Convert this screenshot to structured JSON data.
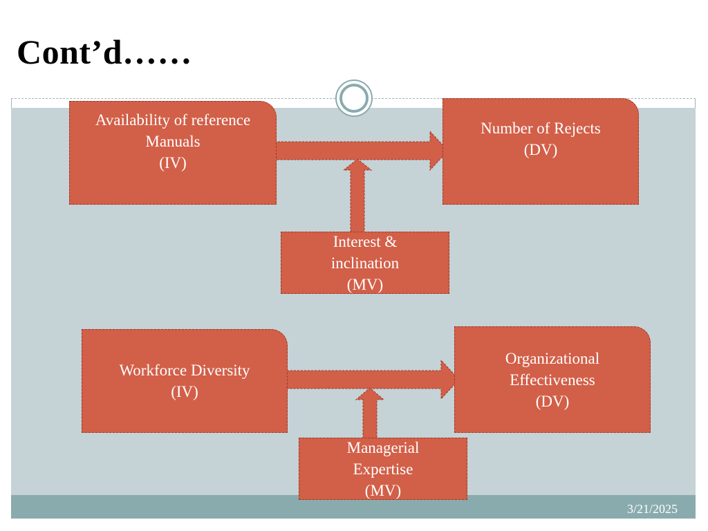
{
  "slide": {
    "title": "Cont’d……",
    "date": "3/21/2025"
  },
  "diagram1": {
    "iv": [
      "Availability of reference",
      "Manuals",
      "(IV)"
    ],
    "dv": [
      "Number of Rejects",
      "(DV)"
    ],
    "mv": [
      "Interest &",
      "inclination",
      "(MV)"
    ]
  },
  "diagram2": {
    "iv": [
      "Workforce Diversity",
      "(IV)"
    ],
    "dv": [
      "Organizational",
      "Effectiveness",
      "(DV)"
    ],
    "mv": [
      "Managerial",
      "Expertise",
      "(MV)"
    ]
  },
  "colors": {
    "box_fill": "#d25f48",
    "background": "#c5d2d6",
    "footer": "#8aabad"
  }
}
